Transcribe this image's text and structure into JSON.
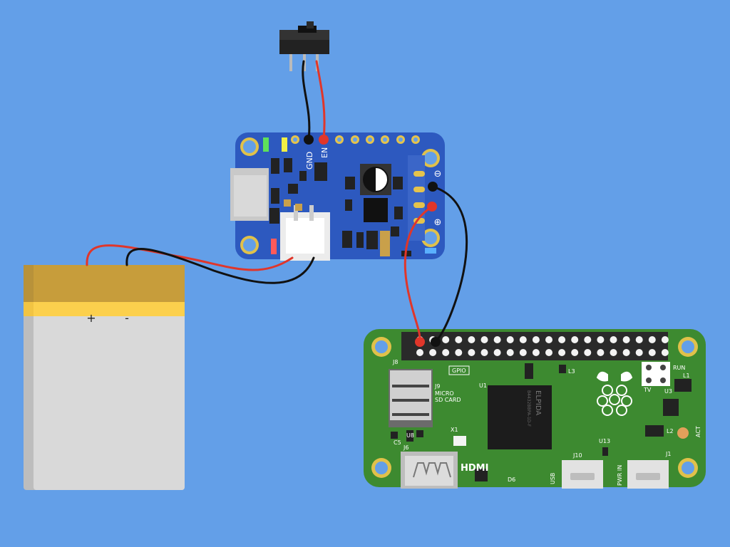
{
  "colors": {
    "background": "#639fe8",
    "wire_red": "#e0362a",
    "wire_black": "#111111",
    "powerboost_pcb": "#2a55b8",
    "pi_pcb": "#3c8a2e",
    "battery_gold": "#c29a2f",
    "battery_silver": "#d8d8d8"
  },
  "switch": {
    "label": ""
  },
  "powerboost": {
    "pin_gnd": "GND",
    "pin_en": "EN",
    "terminal_minus": "⊖",
    "terminal_plus": "⊕"
  },
  "battery": {
    "plus": "+",
    "minus": "-"
  },
  "pi_zero": {
    "label_j8": "J8",
    "label_gpio": "GPIO",
    "label_j9": "J9",
    "label_micro": "MICRO",
    "label_sdcard": "SD CARD",
    "label_u1": "U1",
    "label_l3": "L3",
    "label_run": "RUN",
    "label_tv": "TV",
    "label_l1": "L1",
    "label_u3": "U3",
    "label_x1": "X1",
    "label_u8": "U8",
    "label_c5": "C5",
    "label_u13": "U13",
    "label_l2": "L2",
    "label_act": "ACT",
    "label_j6": "J6",
    "label_hdmi": "HDMI",
    "label_d6": "D6",
    "label_j10": "J10",
    "label_usb": "USB",
    "label_pwr_in": "PWR IN",
    "label_j1": "J1",
    "chip_brand": "ELPIDA",
    "chip_part": "B4432BBPA-1D-F"
  }
}
